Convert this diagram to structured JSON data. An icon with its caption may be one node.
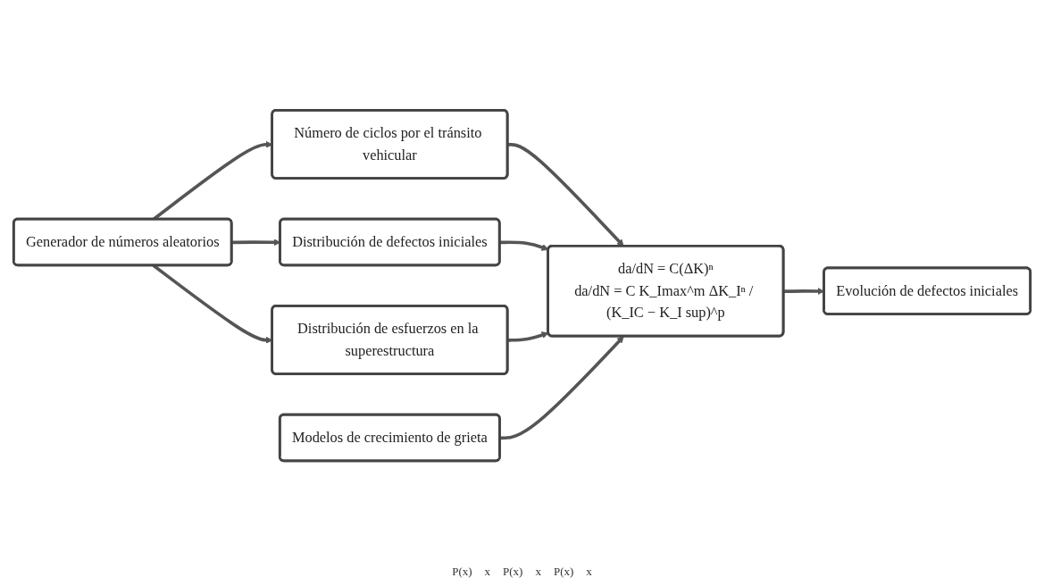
{
  "diagram": {
    "nodes": [
      {
        "text": [
          "Generador de números aleatorios"
        ]
      },
      {
        "text": [
          "Número de ciclos por el tránsito vehicular"
        ]
      },
      {
        "text": [
          "Distribución de defectos iniciales"
        ]
      },
      {
        "text": [
          "Distribución de esfuerzos en la superestructura"
        ]
      },
      {
        "text": [
          "Modelos de crecimiento de grieta"
        ]
      },
      {
        "text": [
          "da/dN = C(ΔK)ⁿ",
          "da/dN = C K_Imax^m ΔK_Iⁿ / (K_IC − K_I sup)^p"
        ]
      },
      {
        "text": [
          "Evolución de defectos iniciales"
        ]
      }
    ],
    "edges": [
      {
        "from": 0,
        "to": 1,
        "arrow": "to"
      },
      {
        "from": 0,
        "to": 2,
        "arrow": "to"
      },
      {
        "from": 0,
        "to": 3,
        "arrow": "to"
      },
      {
        "from": 1,
        "to": 5,
        "arrow": "to"
      },
      {
        "from": 2,
        "to": 5,
        "arrow": "to"
      },
      {
        "from": 3,
        "to": 5,
        "arrow": "to"
      },
      {
        "from": 4,
        "to": 5,
        "arrow": "to"
      },
      {
        "from": 5,
        "to": 6,
        "arrow": "to"
      }
    ],
    "labels": [
      "P(x)",
      "x",
      "P(x)",
      "x",
      "P(x)",
      "x"
    ]
  }
}
